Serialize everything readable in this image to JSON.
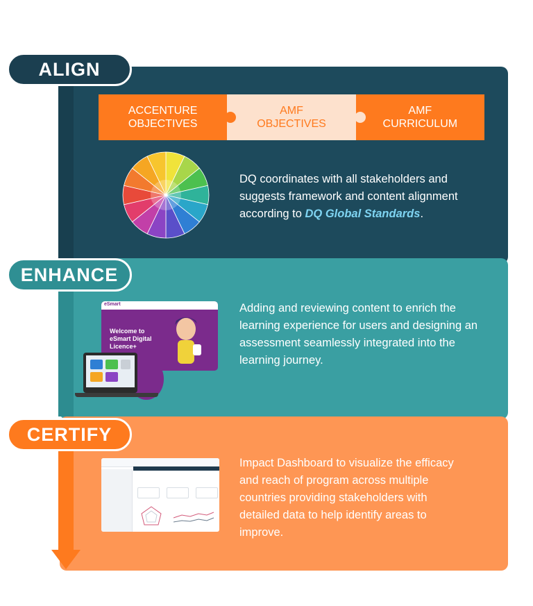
{
  "stages": {
    "align": {
      "tag": "ALIGN",
      "steps": [
        "ACCENTURE\nOBJECTIVES",
        "AMF\nOBJECTIVES",
        "AMF\nCURRICULUM"
      ],
      "desc_text": "DQ coordinates with all stakeholders and suggests framework and content alignment according to ",
      "desc_em": "DQ Global Standards",
      "desc_end": "."
    },
    "enhance": {
      "tag": "ENHANCE",
      "desc": "Adding and reviewing content to enrich the learning experience for users and designing an assessment seamlessly integrated into the learning journey.",
      "site_brand": "eSmart",
      "site_title": "Welcome to eSmart Digital Licence+"
    },
    "certify": {
      "tag": "CERTIFY",
      "desc": "Impact Dashboard to visualize the efficacy and reach of program across multiple countries providing stakeholders with detailed data to help identify areas to improve."
    }
  },
  "colors": {
    "align": "#1d4a5c",
    "enhance": "#3a9fa2",
    "certify": "#fe9654",
    "accent": "#fe7a1e",
    "link": "#7fd4f2"
  },
  "wheel_colors": [
    "#f0e33a",
    "#a8d64a",
    "#4cc04f",
    "#2fb39a",
    "#2aa6c9",
    "#2f7fd4",
    "#5a4fc9",
    "#8b44c4",
    "#c23fa8",
    "#e23d6b",
    "#e84a3a",
    "#f27a2e",
    "#f5a623",
    "#f7c52e"
  ]
}
